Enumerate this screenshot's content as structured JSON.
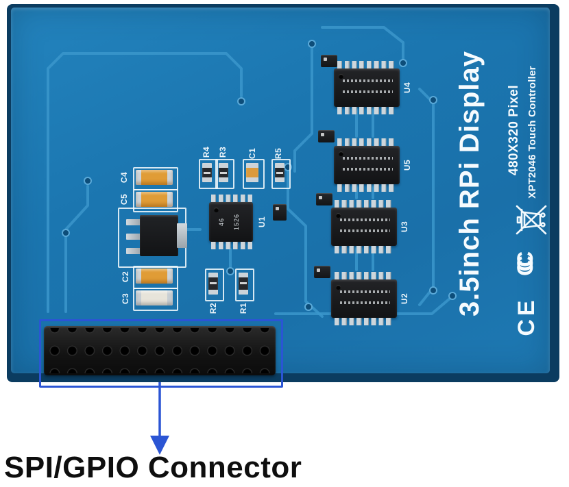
{
  "caption": {
    "label": "SPI/GPIO Connector"
  },
  "board": {
    "title": "3.5inch RPi Display",
    "resolution": "480X320 Pixel",
    "touch": "XPT2046 Touch Controller",
    "ce": "CE",
    "ccc": "CCC",
    "labels": {
      "c1": "C1",
      "c2": "C2",
      "c3": "C3",
      "c4": "C4",
      "c5": "C5",
      "r1": "R1",
      "r2": "R2",
      "r3": "R3",
      "r4": "R4",
      "r5": "R5",
      "u1": "U1",
      "u2": "U2",
      "u3": "U3",
      "u4": "U4",
      "u5": "U5"
    },
    "u1_marking": {
      "line1": "46",
      "line2": "1526"
    }
  },
  "colors": {
    "board_blue": "#1a73ad",
    "trace_blue": "#3b96cb",
    "annotation_blue": "#2b55d4",
    "silkscreen_white": "#eef6fb"
  }
}
